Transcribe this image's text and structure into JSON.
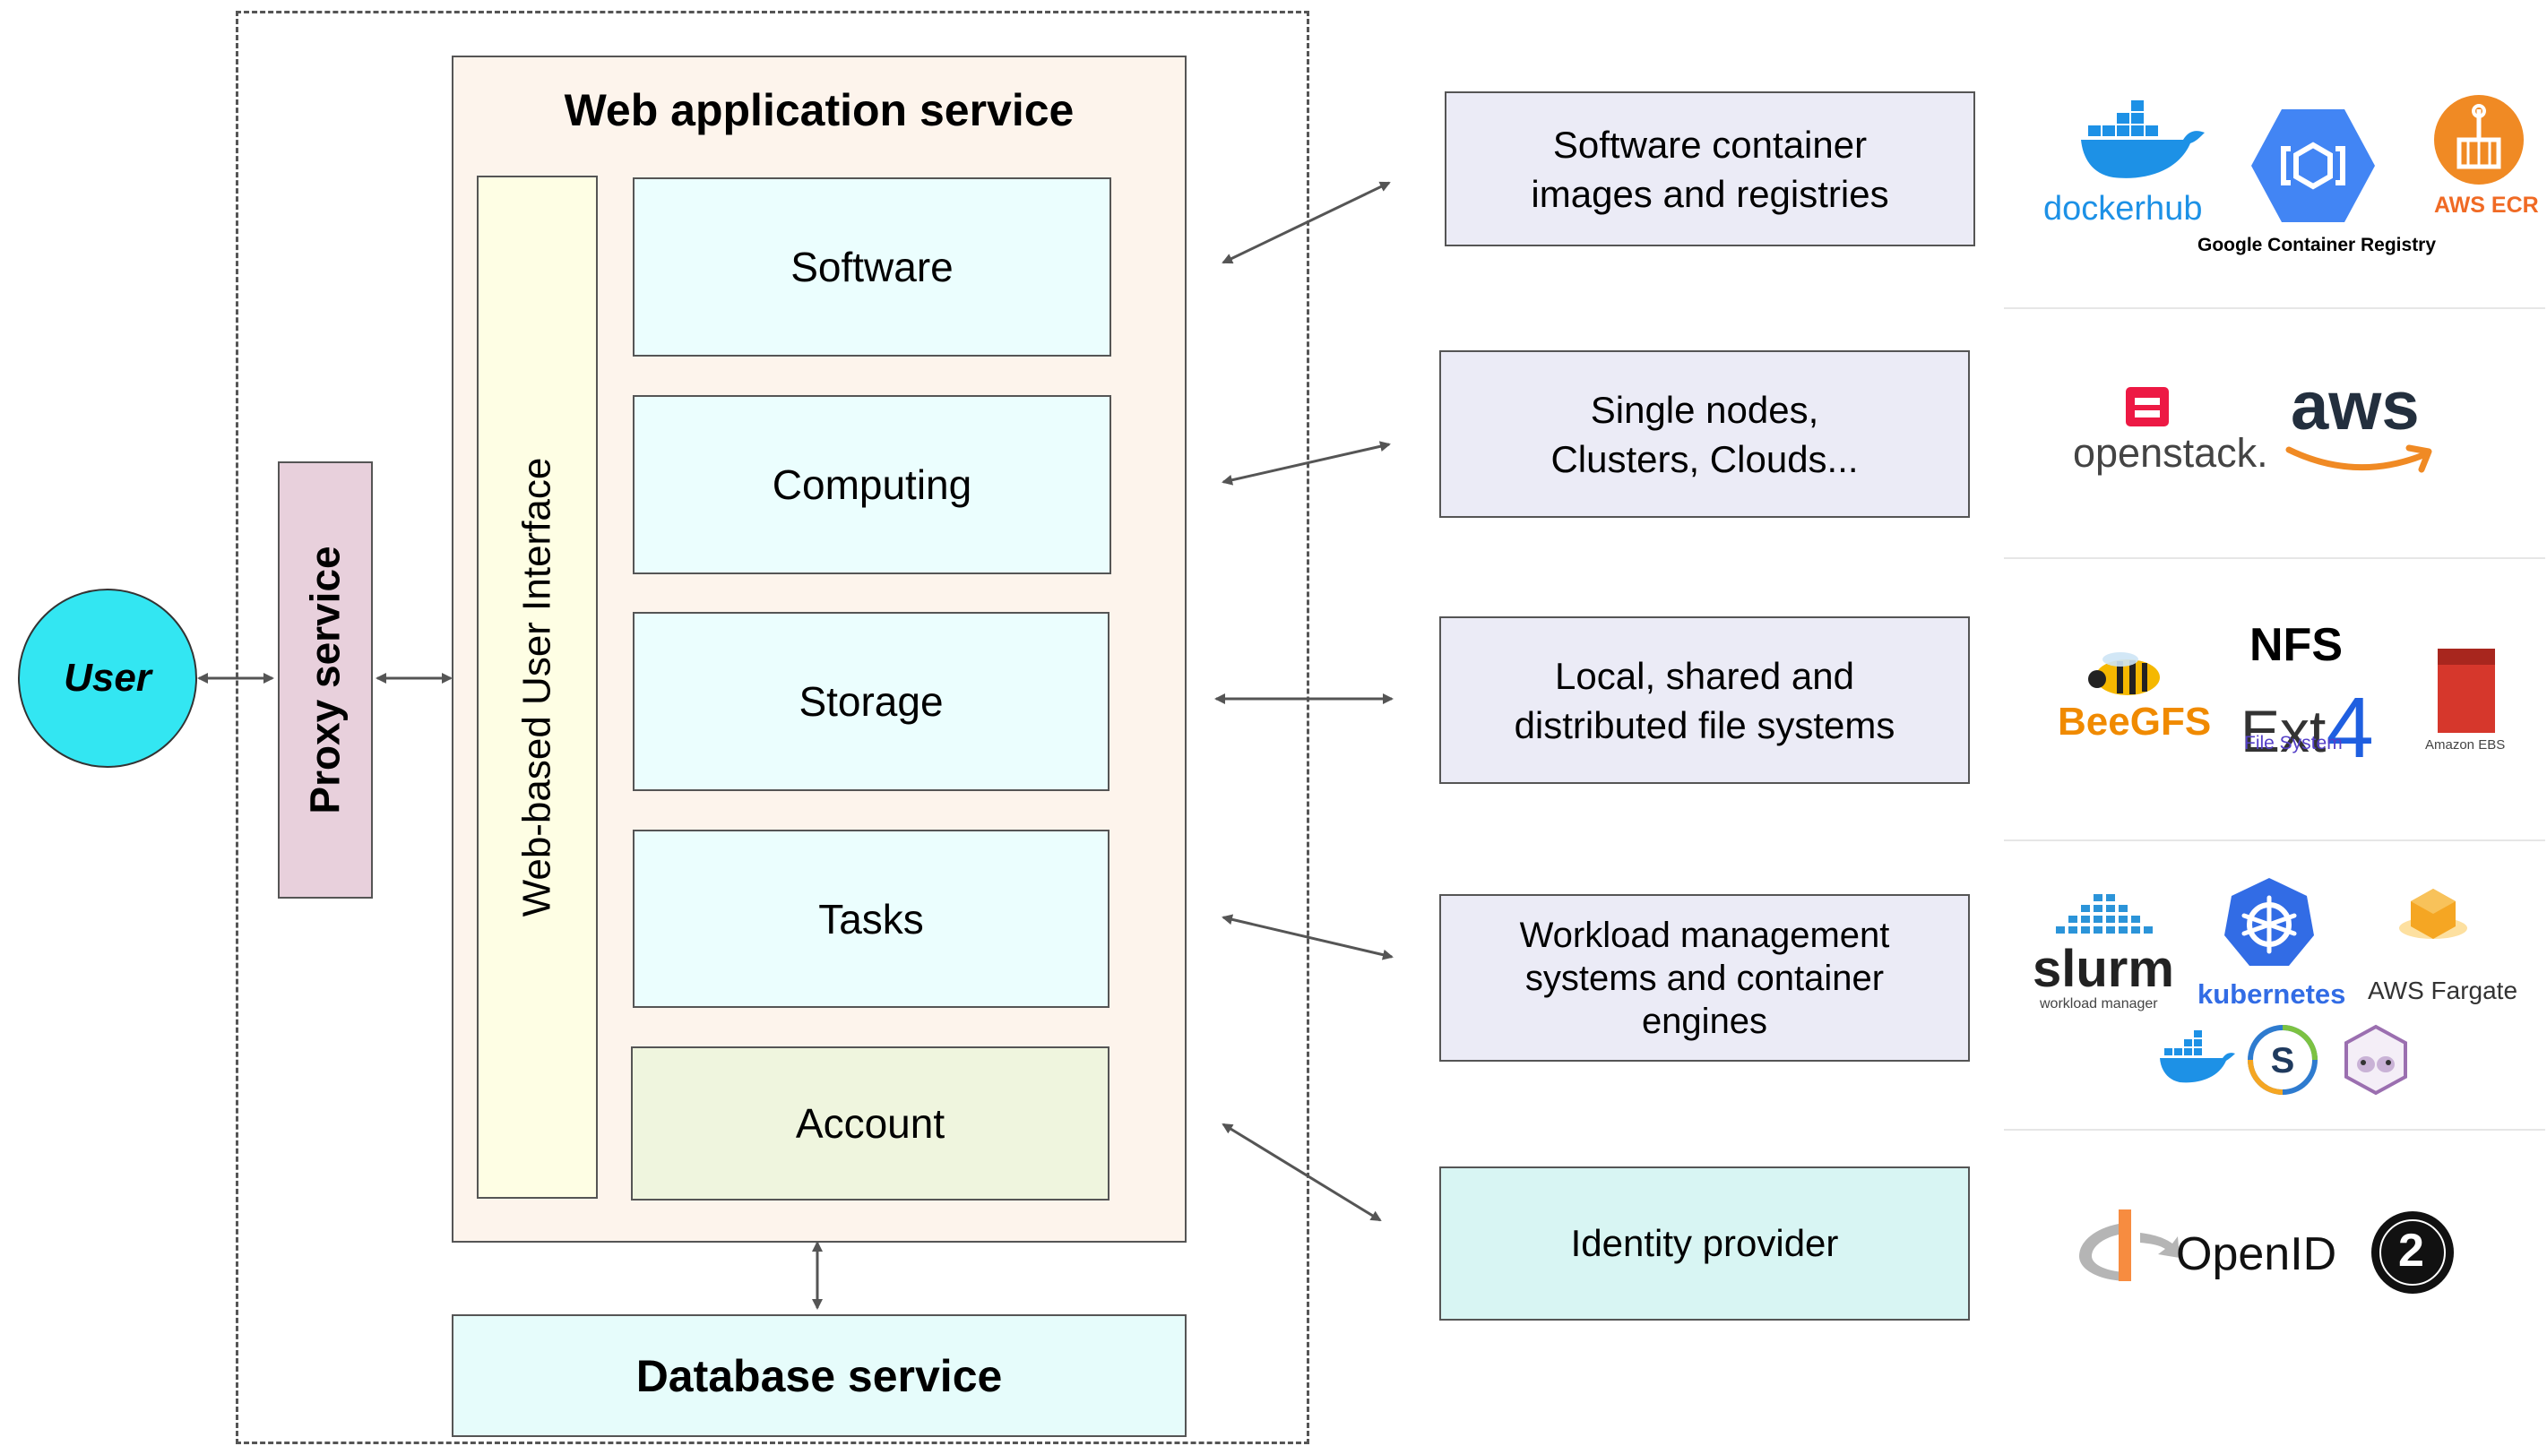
{
  "user": {
    "label": "User"
  },
  "proxy": {
    "label": "Proxy service"
  },
  "web_app": {
    "title": "Web application service",
    "ui_label": "Web-based User Interface",
    "modules": [
      "Software",
      "Computing",
      "Storage",
      "Tasks",
      "Account"
    ]
  },
  "database": {
    "label": "Database service"
  },
  "resources": [
    {
      "line1": "Software container",
      "line2": "images and registries",
      "line3": ""
    },
    {
      "line1": "Single nodes,",
      "line2": "Clusters, Clouds...",
      "line3": ""
    },
    {
      "line1": "Local, shared and",
      "line2": "distributed file systems",
      "line3": ""
    },
    {
      "line1": "Workload management",
      "line2": "systems and container",
      "line3": "engines"
    },
    {
      "line1": "Identity provider",
      "line2": "",
      "line3": ""
    }
  ],
  "logos": {
    "registries": {
      "docker": "dockerhub",
      "gcr": "Google Container Registry",
      "ecr": "AWS ECR"
    },
    "compute": {
      "openstack": "openstack.",
      "aws": "aws"
    },
    "filesystems": {
      "beegfs": "BeeGFS",
      "nfs": "NFS",
      "ext4": "Ext",
      "ext4_num": "4",
      "ext4_sub": "File System",
      "ebs": "Amazon EBS"
    },
    "workload": {
      "slurm": "slurm",
      "slurm_sub": "workload manager",
      "k8s": "kubernetes",
      "fargate": "AWS Fargate"
    },
    "identity": {
      "openid": "OpenID",
      "oauth": "2"
    }
  },
  "colors": {
    "user_fill": "#33e6f2",
    "proxy_fill": "#e8d0dc",
    "webapp_fill": "#fdf4ec",
    "ui_fill": "#fefee4",
    "module_fill": "#ebfefe",
    "account_fill": "#eff5de",
    "database_fill": "#e6fcfb",
    "resource_fill": "#ebebf6",
    "identity_fill": "#d8f5f3",
    "docker_blue": "#1d91e6",
    "aws_orange": "#f08a24"
  }
}
